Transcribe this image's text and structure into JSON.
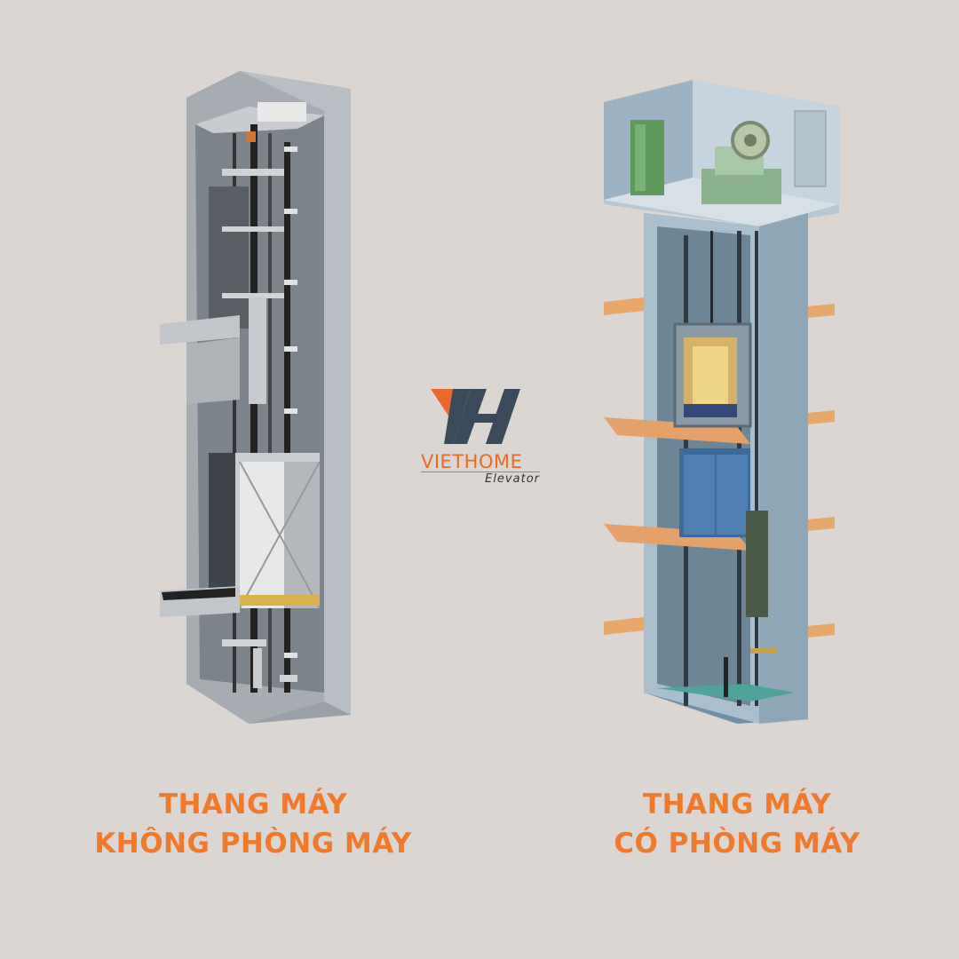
{
  "logo": {
    "brand": "VIETHOME",
    "subtitle": "Elevator"
  },
  "left": {
    "caption_line1": "THANG MÁY",
    "caption_line2": "KHÔNG PHÒNG MÁY"
  },
  "right": {
    "caption_line1": "THANG MÁY",
    "caption_line2": "CÓ PHÒNG MÁY"
  },
  "colors": {
    "background": "#dcd6d3",
    "accent": "#f07a2c",
    "logo_dark": "#3a4a5a"
  }
}
